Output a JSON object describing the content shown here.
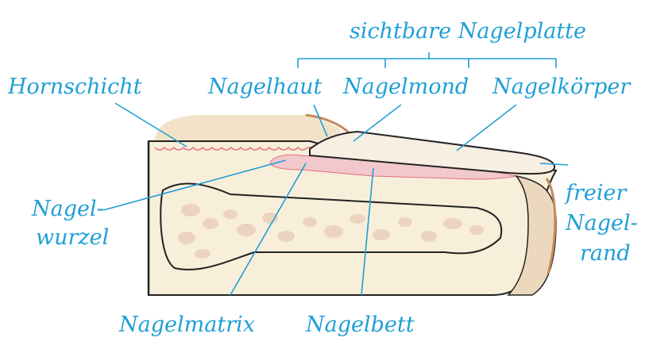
{
  "labels": {
    "visible_plate": "sichtbare Nagelplatte",
    "horny_layer": "Hornschicht",
    "cuticle": "Nagelhaut",
    "lunula": "Nagelmond",
    "nail_body": "Nagelkörper",
    "free_edge_1": "freier",
    "free_edge_2": "Nagel-",
    "free_edge_3": "rand",
    "root_1": "Nagel-",
    "root_2": "wurzel",
    "matrix": "Nagelmatrix",
    "bed": "Nagelbett"
  },
  "colors": {
    "label": "#1f9fd6",
    "skin": "#f7efd9",
    "skin_shadow": "#e8d7bd",
    "outline": "#222222",
    "bone_spots": "#ecd3c0",
    "nail_bed_pink": "#f1c8cb",
    "skin_edge_brown": "#c68a5c"
  }
}
